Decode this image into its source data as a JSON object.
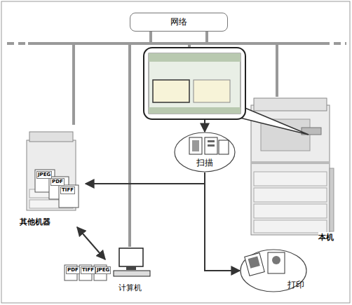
{
  "diagram": {
    "nodes": [
      {
        "text": [
          "网络"
        ]
      },
      {
        "text": [
          "扫描"
        ]
      },
      {
        "text": [
          "打印"
        ]
      },
      {
        "text": [
          "其他机器"
        ]
      },
      {
        "text": [
          "本机"
        ]
      },
      {
        "text": [
          "计算机"
        ]
      }
    ],
    "edges": [
      {
        "from": 0,
        "to": 3,
        "arrow": "none"
      },
      {
        "from": 0,
        "to": 5,
        "arrow": "none"
      },
      {
        "from": 0,
        "to": 4,
        "arrow": "none"
      },
      {
        "from": 4,
        "to": 1,
        "arrow": "to"
      },
      {
        "from": 1,
        "to": 3,
        "arrow": "to"
      },
      {
        "from": 1,
        "to": 2,
        "arrow": "to"
      },
      {
        "from": 3,
        "to": 5,
        "arrow": "both"
      }
    ],
    "labels": [
      "JPEG",
      "PDF",
      "TIFF",
      "PDF",
      "TIFF",
      "JPEG"
    ]
  }
}
